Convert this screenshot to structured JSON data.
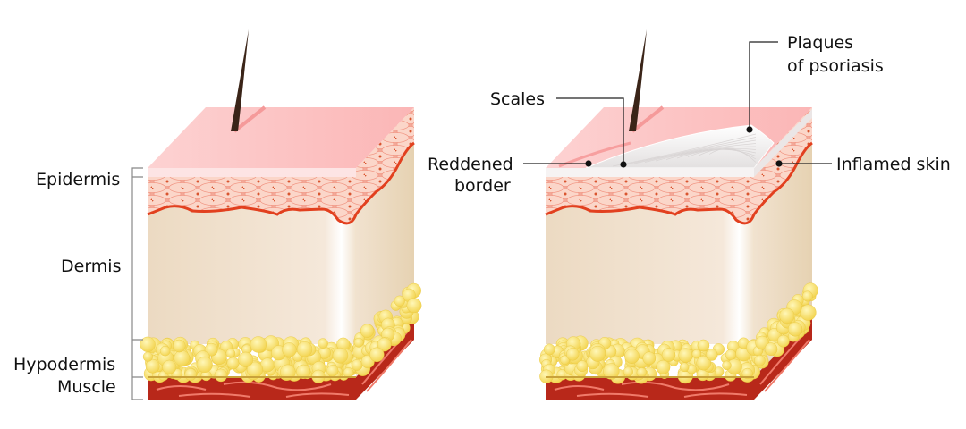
{
  "left_diagram": {
    "labels": {
      "epidermis": "Epidermis",
      "dermis": "Dermis",
      "hypodermis": "Hypodermis",
      "muscle": "Muscle"
    }
  },
  "right_diagram": {
    "labels": {
      "scales": "Scales",
      "plaques_line1": "Plaques",
      "plaques_line2": "of psoriasis",
      "reddened_line1": "Reddened",
      "reddened_line2": "border",
      "inflamed": "Inflamed skin"
    }
  },
  "colors": {
    "skin_top": "#fbc3c3",
    "epidermis_cells": "#f6b0a0",
    "basal_border": "#e2401f",
    "dermis": "#efdfc8",
    "fat": "#f7e06a",
    "muscle": "#b8281a",
    "scales": "#f4f2f2"
  }
}
